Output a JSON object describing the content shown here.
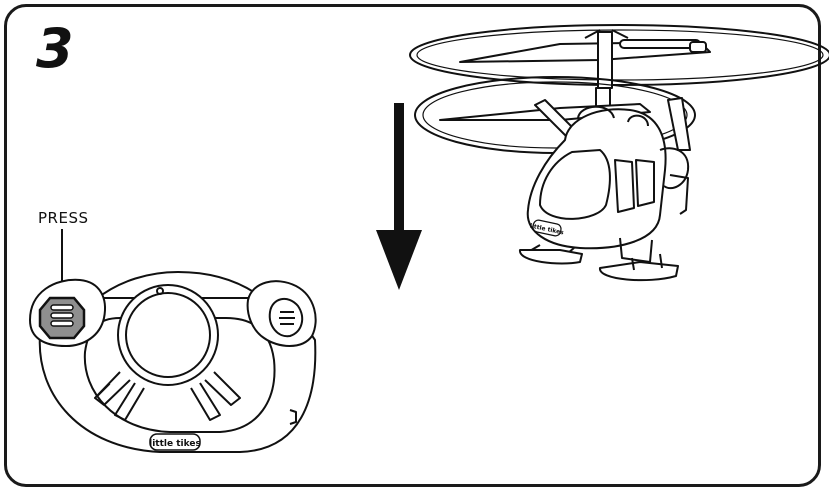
{
  "step": {
    "number": "3"
  },
  "instruction": {
    "press_label": "PRESS"
  },
  "branding": {
    "controller_logo": "little tikes",
    "helicopter_logo": "little tikes"
  },
  "icons": {
    "arrow": "down-arrow-icon"
  },
  "colors": {
    "line": "#111111",
    "pressed_button": "#8f8f8f",
    "background": "#ffffff"
  }
}
